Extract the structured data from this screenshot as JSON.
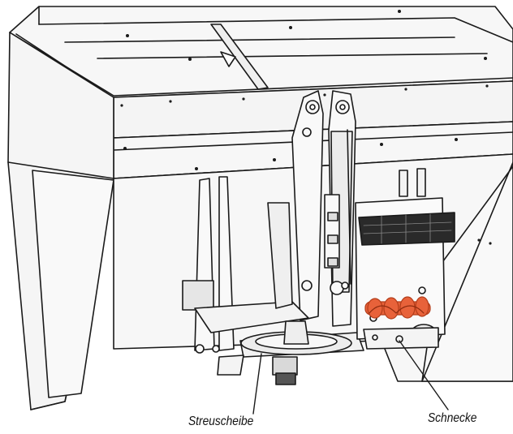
{
  "diagram": {
    "callouts": [
      {
        "id": "spreader-disc",
        "label": "Streuscheibe"
      },
      {
        "id": "auger",
        "label": "Schnecke"
      }
    ],
    "highlight_color": "#e8623a",
    "line_color": "#1a1a1a",
    "panel_fill": "#f7f7f7"
  }
}
